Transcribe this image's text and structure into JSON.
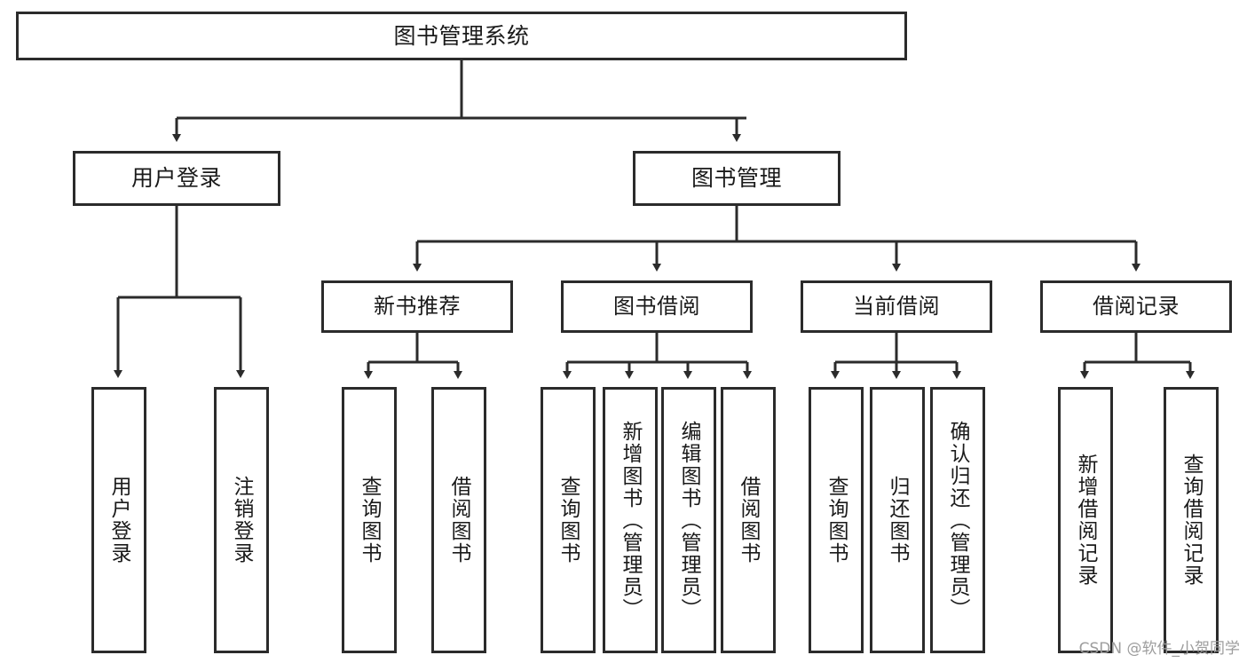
{
  "diagram": {
    "type": "tree-hierarchy-chart",
    "title": "图书管理系统",
    "watermark": "CSDN @软件_小贺同学",
    "colors": {
      "stroke": "#2b2b2b",
      "fill": "#ffffff",
      "text": "#1a1a1a",
      "watermark": "#9d9d9d"
    },
    "nodes": {
      "root": {
        "label": "图书管理系统"
      },
      "level2": [
        {
          "id": "user-login",
          "label": "用户登录"
        },
        {
          "id": "book-manage",
          "label": "图书管理"
        }
      ],
      "level3": [
        {
          "id": "new-book-rec",
          "label": "新书推荐"
        },
        {
          "id": "book-borrow",
          "label": "图书借阅"
        },
        {
          "id": "current-borrow",
          "label": "当前借阅"
        },
        {
          "id": "borrow-record",
          "label": "借阅记录"
        }
      ],
      "leaves": {
        "user_login": [
          {
            "id": "leaf-user-login",
            "label": "用户登录"
          },
          {
            "id": "leaf-user-logout",
            "label": "注销登录"
          }
        ],
        "new_book_rec": [
          {
            "id": "leaf-query-book-1",
            "label": "查询图书"
          },
          {
            "id": "leaf-borrow-book-1",
            "label": "借阅图书"
          }
        ],
        "book_borrow": [
          {
            "id": "leaf-query-book-2",
            "label": "查询图书"
          },
          {
            "id": "leaf-add-book",
            "label": "新增图书（管理员）"
          },
          {
            "id": "leaf-edit-book",
            "label": "编辑图书（管理员）"
          },
          {
            "id": "leaf-borrow-book-2",
            "label": "借阅图书"
          }
        ],
        "current_borrow": [
          {
            "id": "leaf-query-book-3",
            "label": "查询图书"
          },
          {
            "id": "leaf-return-book",
            "label": "归还图书"
          },
          {
            "id": "leaf-confirm-return",
            "label": "确认归还（管理员）"
          }
        ],
        "borrow_record": [
          {
            "id": "leaf-add-record",
            "label": "新增借阅记录"
          },
          {
            "id": "leaf-query-record",
            "label": "查询借阅记录"
          }
        ]
      }
    }
  }
}
